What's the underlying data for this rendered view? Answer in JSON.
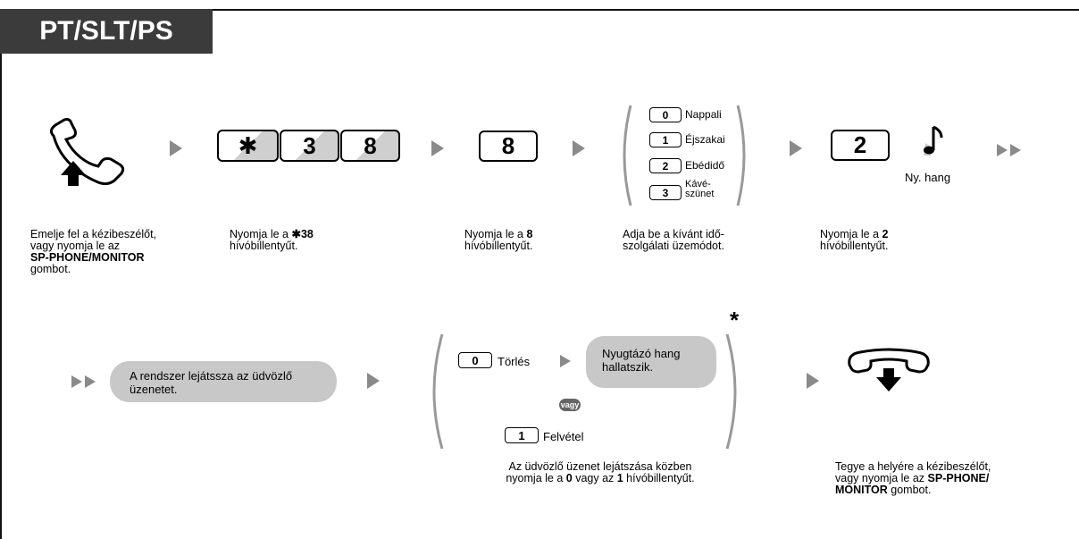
{
  "header": {
    "tab_label": "PT/SLT/PS"
  },
  "row1": {
    "keys_star38": [
      "3",
      "8"
    ],
    "key_8": "8",
    "modes": [
      {
        "key": "0",
        "label": "Nappali"
      },
      {
        "key": "1",
        "label": "Éjszakai"
      },
      {
        "key": "2",
        "label": "Ebédidő"
      },
      {
        "key": "3",
        "label_line1": "Kávé-",
        "label_line2": "szünet"
      }
    ],
    "key_2": "2",
    "tone_label": "Ny. hang",
    "steps": [
      {
        "line1": "Emelje fel a kézibeszélőt,",
        "line2": "vagy nyomja le az",
        "line3_bold": "SP-PHONE/MONITOR",
        "line4": "gombot."
      },
      {
        "line1_pre": "Nyomja le a ",
        "line1_bold": "✱38",
        "line2": "hívóbillentyűt."
      },
      {
        "line1_pre": "Nyomja le a ",
        "line1_bold": "8",
        "line2": "hívóbillentyűt."
      },
      {
        "line1": "Adja be a kívánt idő-",
        "line2": "szolgálati üzemódot."
      },
      {
        "line1_pre": "Nyomja le a ",
        "line1_bold": "2",
        "line2": "hívóbillentyűt."
      }
    ]
  },
  "row2": {
    "playback_bubble": "A rendszer lejátssza az üdvözlő üzenetet.",
    "delete_key": "0",
    "delete_label": "Törlés",
    "confirm_bubble": "Nyugtázó hang hallatszik.",
    "or_label": "vagy",
    "record_key": "1",
    "record_label": "Felvétel",
    "asterisk": "*",
    "middle_caption": {
      "line1": "Az üdvözlő üzenet lejátszása közben",
      "line2_pre": "nyomja le a ",
      "key0": "0",
      "line2_mid": " vagy az ",
      "key1": "1",
      "line2_post": " hívóbillentyűt."
    },
    "end_caption": {
      "line1": "Tegye a helyére a kézibeszélőt,",
      "line2_pre": "vagy nyomja le az ",
      "line2_bold": "SP-PHONE/",
      "line3_bold": "MONITOR",
      "line3_post": " gombot."
    }
  }
}
